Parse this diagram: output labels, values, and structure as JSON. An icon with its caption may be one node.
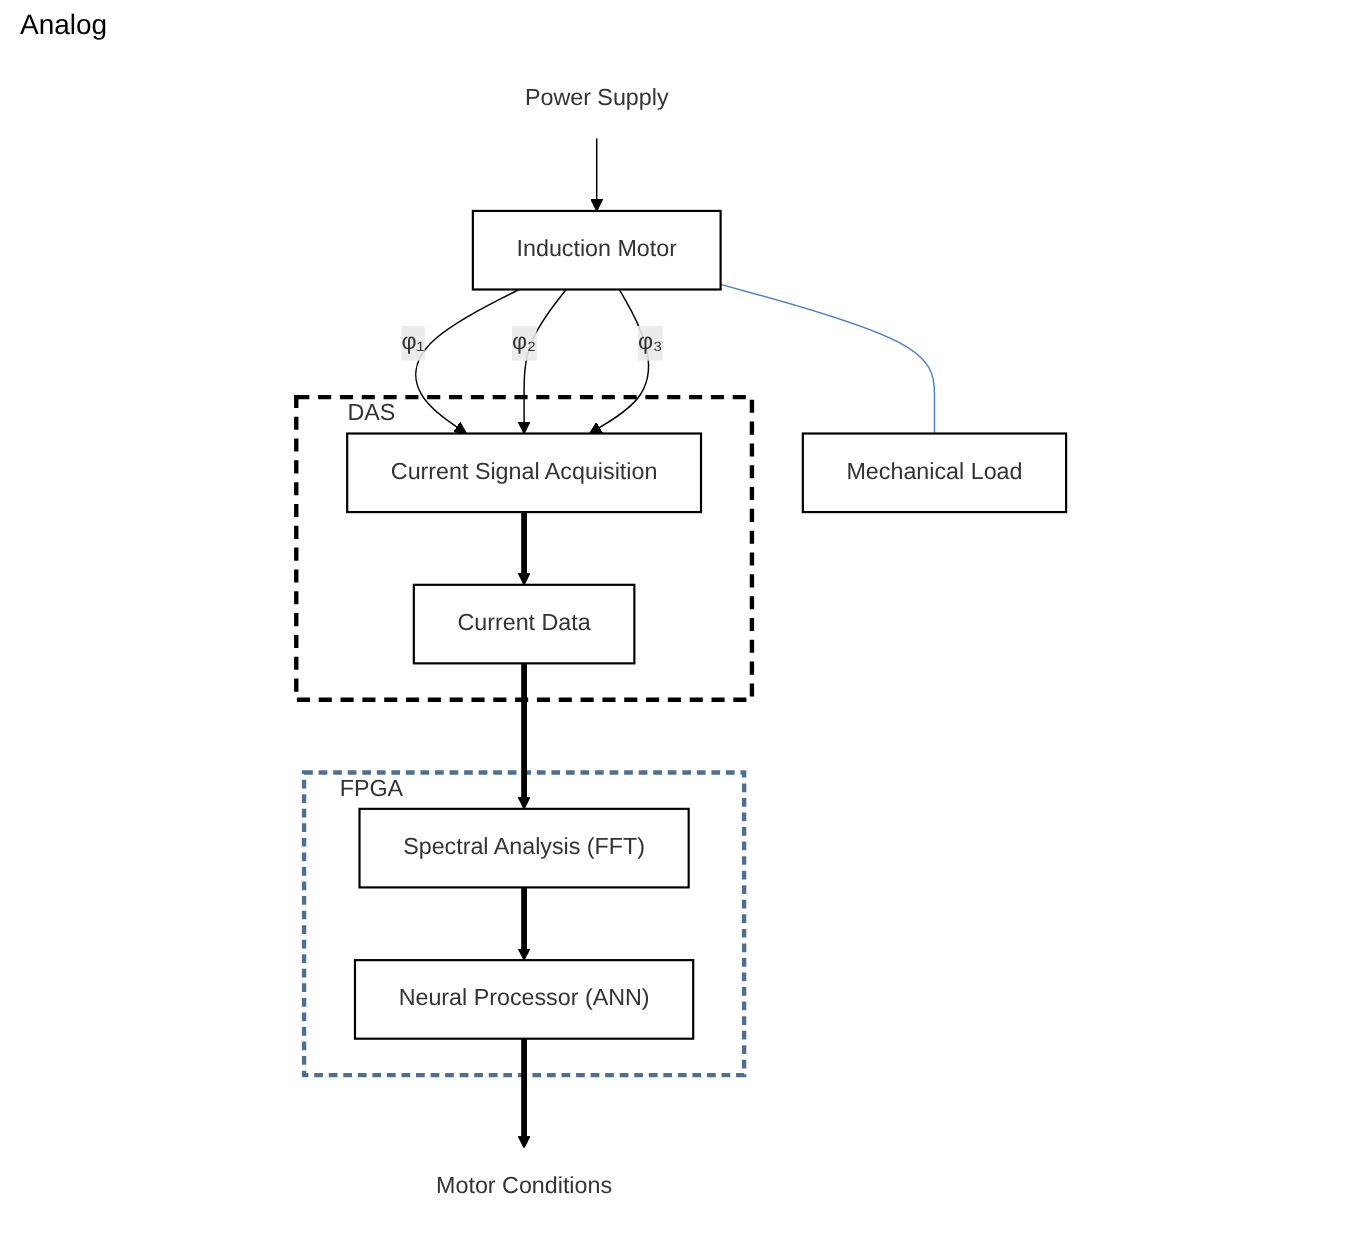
{
  "diagram": {
    "nodes": [
      {
        "text": [
          "Power Supply"
        ]
      },
      {
        "text": [
          "Induction Motor"
        ]
      },
      {
        "text": [
          "Mechanical Load"
        ]
      },
      {
        "text": [
          "DAS"
        ]
      },
      {
        "text": [
          "Current Signal Acquisition"
        ],
        "in": 3
      },
      {
        "text": [
          "Current Data"
        ],
        "in": 3
      },
      {
        "text": [
          "FPGA"
        ]
      },
      {
        "text": [
          "Spectral Analysis (FFT)"
        ],
        "in": 6
      },
      {
        "text": [
          "Neural Processor (ANN)"
        ],
        "in": 6
      },
      {
        "text": [
          "Motor Conditions"
        ]
      }
    ],
    "edges": [
      {
        "from": 0,
        "to": 1,
        "arrow": "to"
      },
      {
        "from": 1,
        "to": 2,
        "arrow": "none",
        "color": "#4f81bd"
      },
      {
        "from": 1,
        "to": 4,
        "arrow": "to",
        "label": "φ₁"
      },
      {
        "from": 1,
        "to": 4,
        "arrow": "to",
        "label": "φ₂"
      },
      {
        "from": 1,
        "to": 4,
        "arrow": "to",
        "label": "φ₃"
      },
      {
        "from": 4,
        "to": 5,
        "arrow": "to",
        "style": "thick"
      },
      {
        "from": 5,
        "to": 7,
        "arrow": "to",
        "style": "thick"
      },
      {
        "from": 7,
        "to": 8,
        "arrow": "to",
        "style": "thick"
      },
      {
        "from": 8,
        "to": 9,
        "arrow": "to",
        "style": "thick"
      }
    ],
    "labels": [
      "Analog"
    ]
  }
}
